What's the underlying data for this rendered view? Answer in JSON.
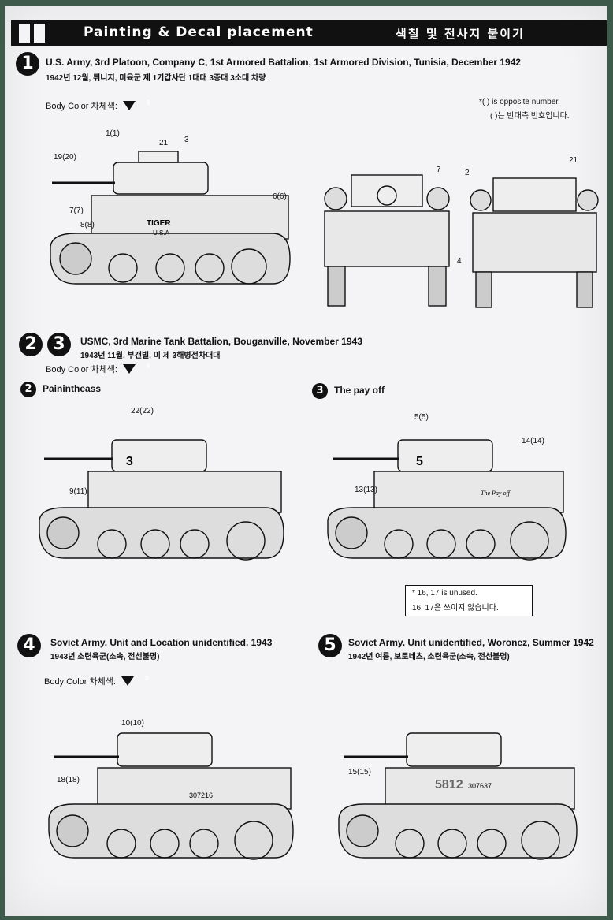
{
  "header": {
    "title": "Painting & Decal placement",
    "title_ko": "색칠 및 전사지 붙이기"
  },
  "body_color_label": "Body Color 차체색:",
  "body_color_code": "9",
  "section1": {
    "number": "1",
    "unit_en": "U.S. Army, 3rd Platoon, Company C, 1st Armored Battalion, 1st Armored Division, Tunisia, December 1942",
    "unit_ko": "1942년 12월, 튀니지, 미육군 제 1기갑사단 1대대 3중대 3소대 차량",
    "note_en": "*( ) is opposite number.",
    "note_ko": "( )는 반대측 번호입니다.",
    "callouts": [
      "1(1)",
      "19(20)",
      "21",
      "3",
      "6(6)",
      "7(7)",
      "8(8)",
      "7",
      "2",
      "4",
      "21"
    ],
    "markings": [
      "TIGER",
      "U.S.A"
    ]
  },
  "section23": {
    "numbers": [
      "2",
      "3"
    ],
    "unit_en": "USMC, 3rd Marine Tank Battalion, Bouganville, November 1943",
    "unit_ko": "1943년 11월, 부갠빌, 미 제 3해병전차대대",
    "scheme2": {
      "number": "2",
      "name": "Painintheass",
      "callouts": [
        "22(22)",
        "9(11)"
      ],
      "marking": "3"
    },
    "scheme3": {
      "number": "3",
      "name": "The pay off",
      "callouts": [
        "5(5)",
        "14(14)",
        "13(13)"
      ],
      "marking": "5",
      "nose_art": "The Pay off"
    },
    "unused_en": "* 16, 17 is unused.",
    "unused_ko": "16, 17은 쓰이지 않습니다."
  },
  "section4": {
    "number": "4",
    "unit_en": "Soviet Army. Unit and Location unidentified, 1943",
    "unit_ko": "1943년 소련육군(소속, 전선불명)",
    "callouts": [
      "10(10)",
      "18(18)"
    ],
    "serial": "307216"
  },
  "section5": {
    "number": "5",
    "unit_en": "Soviet Army. Unit unidentified, Woronez, Summer 1942",
    "unit_ko": "1942년 여름, 보로네츠, 소련육군(소속, 전선불명)",
    "callouts": [
      "15(15)"
    ],
    "serial": "307637",
    "marking": "5812"
  }
}
